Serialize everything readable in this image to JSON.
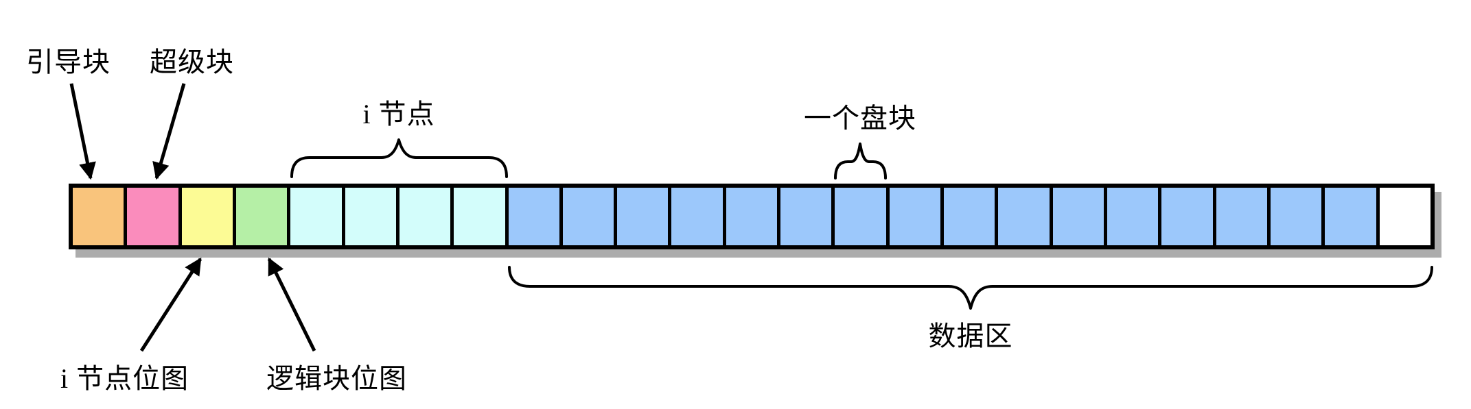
{
  "labels": {
    "boot": "引导块",
    "super": "超级块",
    "inode": "i 节点",
    "one_block": "一个盘块",
    "inode_bitmap": "i 节点位图",
    "block_bitmap": "逻辑块位图",
    "data_area": "数据区"
  },
  "colors": {
    "boot": "#F9C47C",
    "super": "#FA8CBC",
    "inode_bitmap": "#FCFB95",
    "block_bitmap": "#B5EFA6",
    "inode": "#D3FDFB",
    "data": "#9CC8FB",
    "continuation": "#FFFFFF",
    "outline": "#000000",
    "shadow": "#ACACAC"
  },
  "bar": {
    "cells": [
      "boot",
      "super",
      "inode_bitmap",
      "block_bitmap",
      "inode",
      "inode",
      "inode",
      "inode",
      "data",
      "data",
      "data",
      "data",
      "data",
      "data",
      "data",
      "data",
      "data",
      "data",
      "data",
      "data",
      "data",
      "data",
      "data",
      "data",
      "continuation"
    ]
  }
}
